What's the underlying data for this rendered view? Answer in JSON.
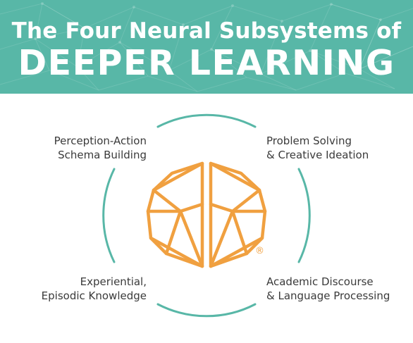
{
  "header": {
    "title_line1": "The Four Neural Subsystems of",
    "title_line2": "DEEPER LEARNING"
  },
  "subsystems": [
    {
      "line1": "Perception-Action",
      "line2": "Schema Building"
    },
    {
      "line1": "Problem Solving",
      "line2": "& Creative Ideation"
    },
    {
      "line1": "Experiential,",
      "line2": "Episodic Knowledge"
    },
    {
      "line1": "Academic Discourse",
      "line2": "& Language Processing"
    }
  ],
  "logo": {
    "icon": "brain-logo-icon",
    "registered_mark": "®"
  },
  "colors": {
    "banner": "#58b7a7",
    "ring": "#58b7a7",
    "brain": "#f0a040",
    "text": "#3a3a3a",
    "title": "#ffffff"
  }
}
